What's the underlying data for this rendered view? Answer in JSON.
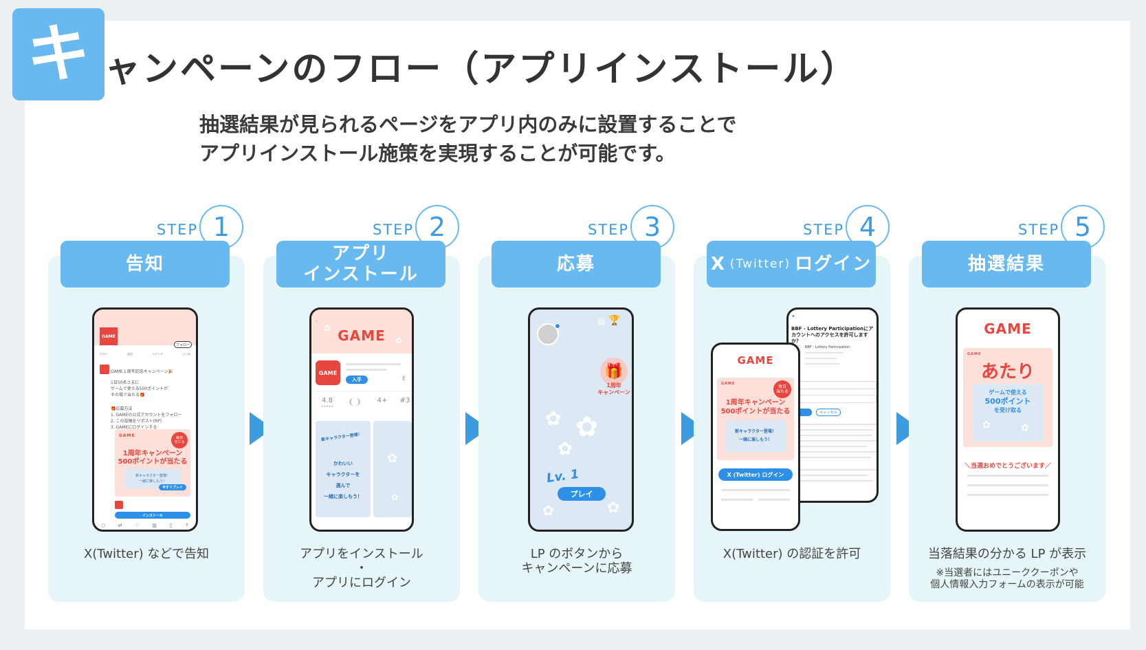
{
  "page": {
    "title_initial": "キ",
    "title_rest": "ャンペーンのフロー（アプリインストール）",
    "subtitle_line1": "抽選結果が見られるページをアプリ内のみに設置することで",
    "subtitle_line2": "アプリインストール施策を実現することが可能です。"
  },
  "colors": {
    "accent": "#67b9f0",
    "step_text": "#3d9be0",
    "panel": "#e6f5f7",
    "brand_red": "#e8473f",
    "button_blue": "#2d8fe6"
  },
  "steps": [
    {
      "step_word": "STEP",
      "number": "1",
      "title": "告知",
      "caption_lines": [
        "X(Twitter) などで告知"
      ]
    },
    {
      "step_word": "STEP",
      "number": "2",
      "title_lines": [
        "アプリ",
        "インストール"
      ],
      "caption_lines": [
        "アプリをインストール",
        "・",
        "アプリにログイン"
      ]
    },
    {
      "step_word": "STEP",
      "number": "3",
      "title": "応募",
      "caption_lines": [
        "LP のボタンから",
        "キャンペーンに応募"
      ]
    },
    {
      "step_word": "STEP",
      "number": "4",
      "title_x": "X",
      "title_twitter": "(Twitter)",
      "title_login": "ログイン",
      "caption_lines": [
        "X(Twitter) の認証を許可"
      ]
    },
    {
      "step_word": "STEP",
      "number": "5",
      "title": "抽選結果",
      "caption_lines": [
        "当落結果の分かる LP が表示"
      ],
      "note_lines": [
        "※当選者にはユニーククーポンや",
        "個人情報入力フォームの表示が可能"
      ]
    }
  ],
  "phone1": {
    "logo": "GAME",
    "follow": "フォロー",
    "tabs": [
      "ポスト",
      "返信",
      "メディア",
      "いいね"
    ],
    "post_title": "GAME１周年記念キャンペーン🎉",
    "post_lines": [
      "1日50名さまに",
      "ゲームで使える500ポイントが",
      "その場で当たる🎁"
    ],
    "how_title": "🎁応募方法",
    "how_lines": [
      "1. GAMEの公式アカウントをフォロー",
      "2. この投稿をリポスト(RP)",
      "3. GAMEにログインする"
    ],
    "banner_logo": "GAME",
    "banner_badge": [
      "毎日",
      "当たる"
    ],
    "banner_line1": "1周年キャンペーン",
    "banner_line2": "500ポイントが当たる",
    "banner_sub": [
      "新キャラクター登場！",
      "一緒に楽しもう！"
    ],
    "banner_play": "今すぐプレイ",
    "install_button": "インストール"
  },
  "phone2": {
    "header_logo": "GAME",
    "icon_logo": "GAME",
    "get_button": "入手",
    "rating": "4.8",
    "stars": "★★★★★",
    "age": "4+",
    "rank": "#3",
    "shot1_text": "新キャラクター登場！",
    "shot1_lines": [
      "かわいい",
      "キャラクターを",
      "選んで",
      "一緒に楽しもう！"
    ]
  },
  "phone3": {
    "badge_line1": "1周年",
    "badge_line2": "キャンペーン",
    "level": "Lv. 1",
    "play_button": "プレイ"
  },
  "phone4_back": {
    "title": "BBF - Lottery Participationにアカウントへのアクセスを許可しますか？",
    "app_name": "BBF - Lottery Participation",
    "cancel": "キャンセル"
  },
  "phone4_front": {
    "logo": "GAME",
    "banner_logo": "GAME",
    "banner_badge": [
      "毎日",
      "当たる"
    ],
    "banner_line1": "1周年キャンペーン",
    "banner_line2": "500ポイントが当たる",
    "banner_sub": [
      "新キャラクター登場！",
      "一緒に楽しもう！"
    ],
    "login_button": "X (Twitter) ログイン"
  },
  "phone5": {
    "logo": "GAME",
    "card_logo": "GAME",
    "win_text": "あたり",
    "prize_lines": [
      "ゲームで使える",
      "500ポイント",
      "を受け取る"
    ],
    "congrats": "＼当選おめでとうございます／"
  }
}
